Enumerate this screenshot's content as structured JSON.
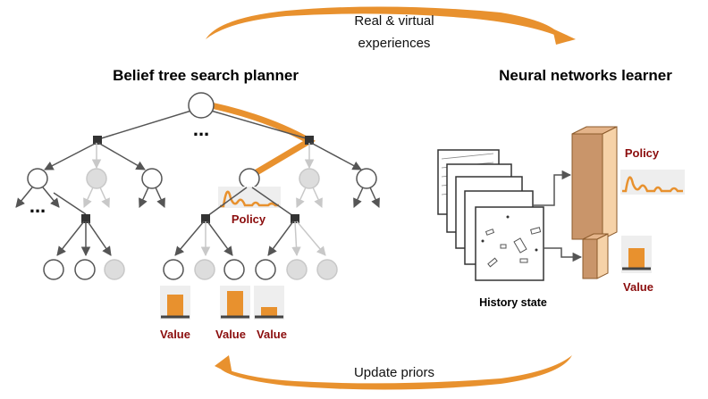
{
  "top_caption_line1": "Real & virtual",
  "top_caption_line2": "experiences",
  "bottom_caption": "Update priors",
  "planner": {
    "title": "Belief tree search planner",
    "policy_label": "Policy",
    "value_labels": [
      "Value",
      "Value",
      "Value"
    ],
    "ellipsis": [
      "...",
      "...",
      "..."
    ]
  },
  "learner": {
    "title": "Neural networks learner",
    "policy_label": "Policy",
    "value_label": "Value",
    "history_label": "History state"
  },
  "colors": {
    "accent_orange": "#e8912e",
    "label_red": "#8b0d0d",
    "active_node": "#555555",
    "faded_node": "#c8c8c8",
    "layer_front": "#f6d2a8",
    "layer_side": "#c9956a"
  },
  "icons": [
    "cycle-arrow-top-icon",
    "cycle-arrow-bottom-icon"
  ]
}
